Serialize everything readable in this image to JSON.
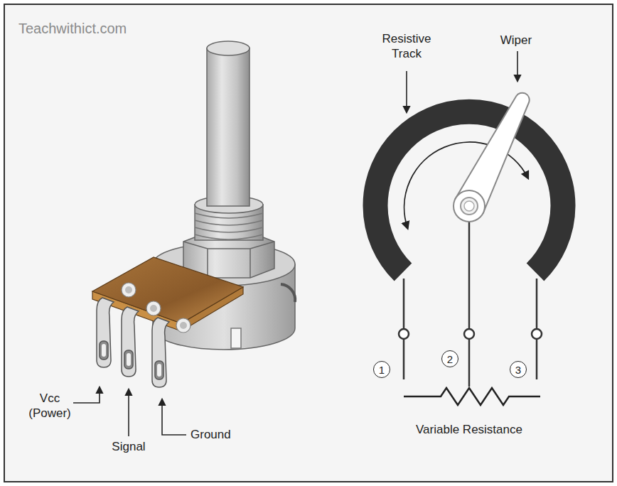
{
  "diagram": {
    "nodes": [
      {
        "text": [
          "1"
        ]
      },
      {
        "text": [
          "2"
        ]
      },
      {
        "text": [
          "3"
        ]
      }
    ],
    "labels": [
      "Teachwithict.com",
      "Vcc (Power)",
      "Signal",
      "Ground",
      "Resistive Track",
      "Wiper",
      "Variable Resistance"
    ]
  }
}
